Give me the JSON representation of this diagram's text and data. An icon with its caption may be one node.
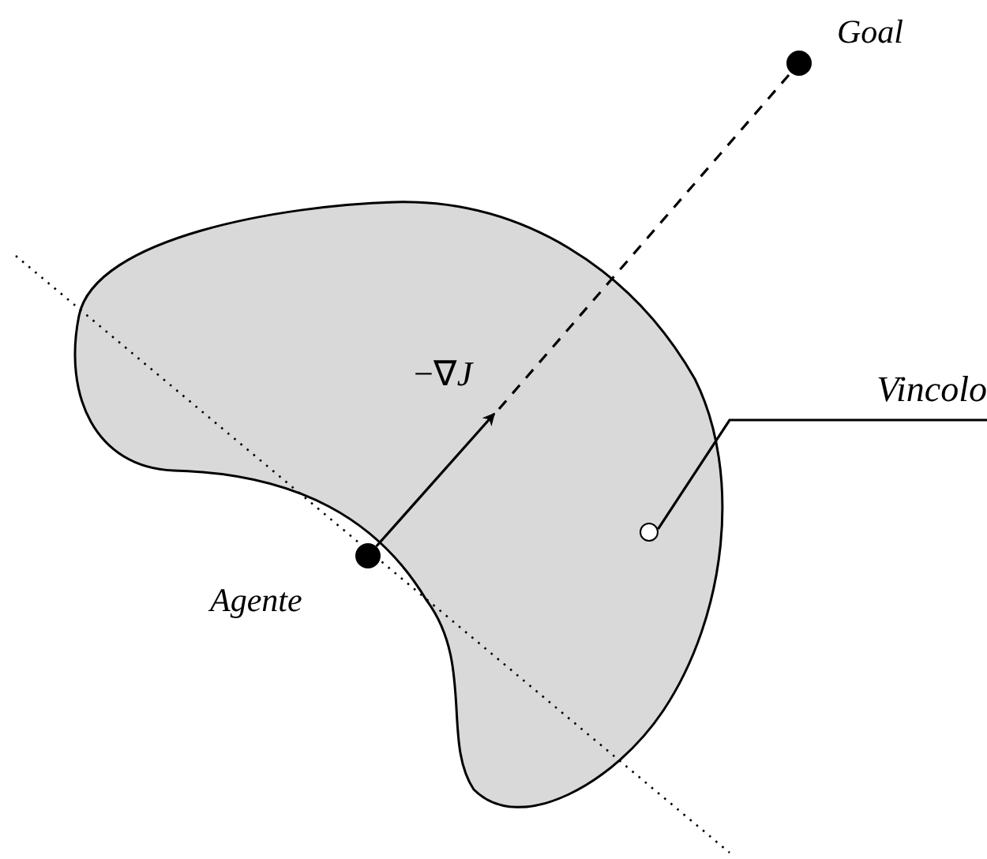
{
  "diagram": {
    "nodes": [
      {
        "text": [],
        "shape": "circle",
        "beside": [
          "Agente"
        ]
      },
      {
        "text": [],
        "shape": "circle",
        "beside": [
          "Goal"
        ]
      },
      {
        "text": [
          "Vincolo"
        ]
      },
      {
        "text": [],
        "shape": "circle"
      }
    ],
    "edges": [
      {
        "from": 0,
        "to": null,
        "arrow": "to",
        "label": "−∇*J*"
      },
      {
        "from": null,
        "to": 1,
        "arrow": "none",
        "style": "dashed"
      },
      {
        "from": 2,
        "to": 3,
        "arrow": "none"
      }
    ]
  }
}
